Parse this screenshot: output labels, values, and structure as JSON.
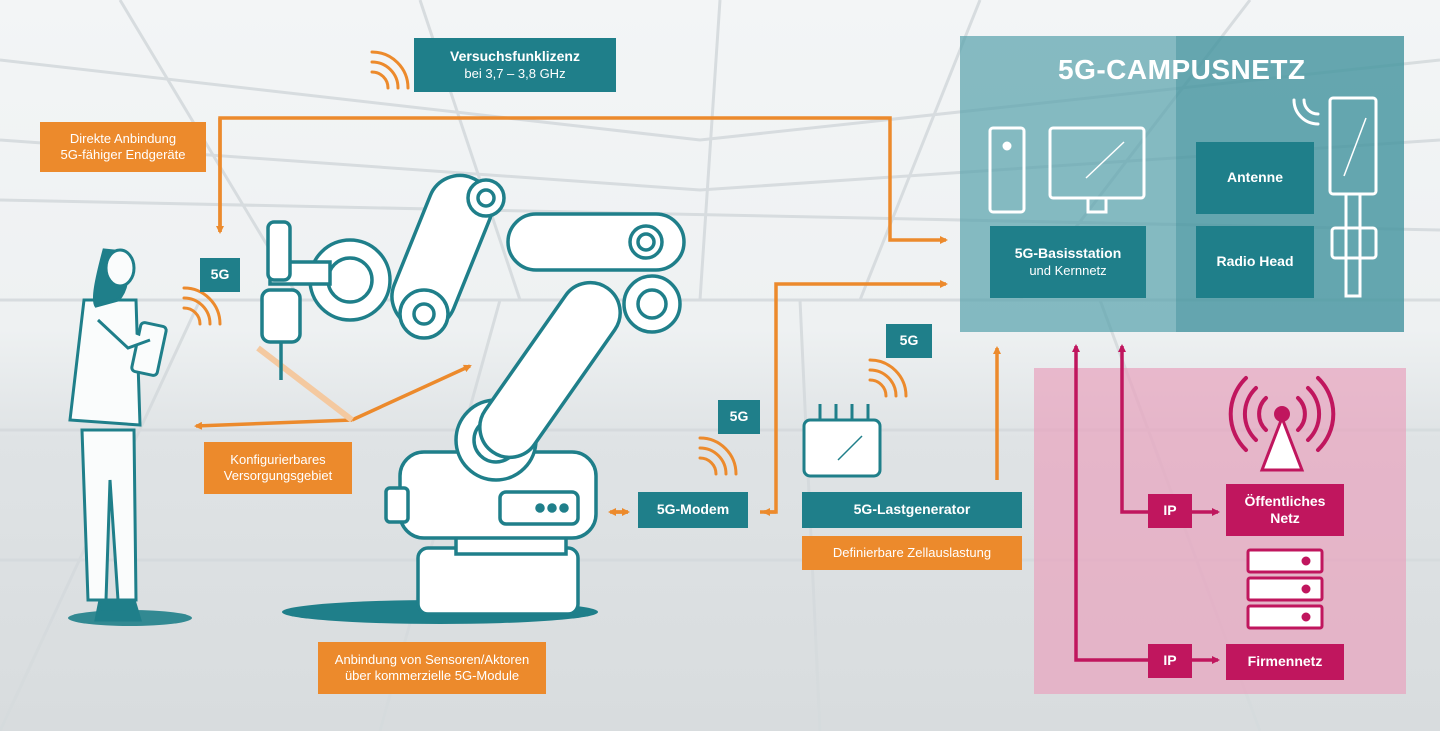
{
  "title": "5G-CAMPUSNETZ",
  "license": {
    "title": "Versuchsfunklizenz",
    "subtitle": "bei 3,7 – 3,8 GHz"
  },
  "labels": {
    "direct": [
      "Direkte Anbindung",
      "5G-fähiger Endgeräte"
    ],
    "config": [
      "Konfigurierbares",
      "Versorgungsgebiet"
    ],
    "sensors": [
      "Anbindung von Sensoren/Aktoren",
      "über kommerzielle 5G-Module"
    ],
    "cell_load": "Definierbare Zellauslastung"
  },
  "tags": {
    "g5_a": "5G",
    "g5_b": "5G",
    "g5_c": "5G",
    "ip_a": "IP",
    "ip_b": "IP"
  },
  "nodes": {
    "modem": "5G-Modem",
    "load_generator": "5G-Lastgenerator",
    "base_station": {
      "title": "5G-Basisstation",
      "subtitle": "und Kernnetz"
    },
    "antenna": "Antenne",
    "radio_head": "Radio Head",
    "public_net": [
      "Öffentliches",
      "Netz"
    ],
    "company_net": "Firmennetz"
  },
  "colors": {
    "teal": "#1f7f8a",
    "teal_zone": "#5aa3ad",
    "orange": "#ec8a2c",
    "magenta": "#c0165e",
    "magenta_zone": "#e8a3bd"
  },
  "icons": [
    "wifi-signal-icon",
    "person-icon",
    "robot-arm-icon",
    "router-icon",
    "server-icon",
    "radio-tower-icon",
    "monitor-icon"
  ]
}
